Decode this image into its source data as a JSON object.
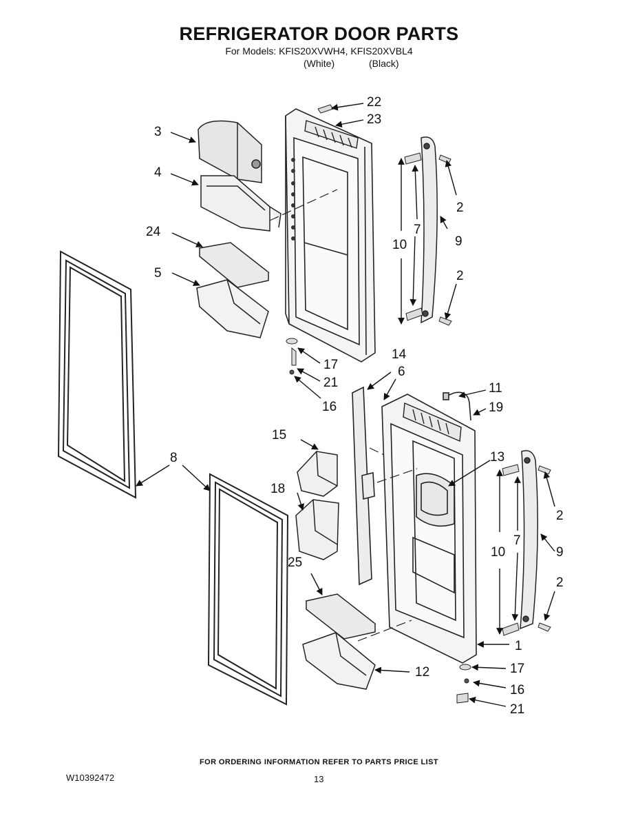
{
  "header": {
    "title": "REFRIGERATOR DOOR PARTS",
    "models_line": "For Models: KFIS20XVWH4, KFIS20XVBL4",
    "variant_white": "(White)",
    "variant_black": "(Black)"
  },
  "callouts": [
    {
      "id": "c22",
      "label": "22"
    },
    {
      "id": "c23",
      "label": "23"
    },
    {
      "id": "c3",
      "label": "3"
    },
    {
      "id": "c4",
      "label": "4"
    },
    {
      "id": "c24",
      "label": "24"
    },
    {
      "id": "c5",
      "label": "5"
    },
    {
      "id": "c2a",
      "label": "2"
    },
    {
      "id": "c7a",
      "label": "7"
    },
    {
      "id": "c9a",
      "label": "9"
    },
    {
      "id": "c10a",
      "label": "10"
    },
    {
      "id": "c2b",
      "label": "2"
    },
    {
      "id": "c17a",
      "label": "17"
    },
    {
      "id": "c21a",
      "label": "21"
    },
    {
      "id": "c16a",
      "label": "16"
    },
    {
      "id": "c14",
      "label": "14"
    },
    {
      "id": "c6",
      "label": "6"
    },
    {
      "id": "c11",
      "label": "11"
    },
    {
      "id": "c19",
      "label": "19"
    },
    {
      "id": "c15",
      "label": "15"
    },
    {
      "id": "c8",
      "label": "8"
    },
    {
      "id": "c13",
      "label": "13"
    },
    {
      "id": "c18",
      "label": "18"
    },
    {
      "id": "c2c",
      "label": "2"
    },
    {
      "id": "c7b",
      "label": "7"
    },
    {
      "id": "c10b",
      "label": "10"
    },
    {
      "id": "c9b",
      "label": "9"
    },
    {
      "id": "c25",
      "label": "25"
    },
    {
      "id": "c2d",
      "label": "2"
    },
    {
      "id": "c1",
      "label": "1"
    },
    {
      "id": "c12",
      "label": "12"
    },
    {
      "id": "c17b",
      "label": "17"
    },
    {
      "id": "c16b",
      "label": "16"
    },
    {
      "id": "c21b",
      "label": "21"
    }
  ],
  "footer": {
    "ordering_note": "FOR ORDERING INFORMATION REFER TO PARTS PRICE LIST",
    "doc_number": "W10392472",
    "page_number": "13"
  }
}
